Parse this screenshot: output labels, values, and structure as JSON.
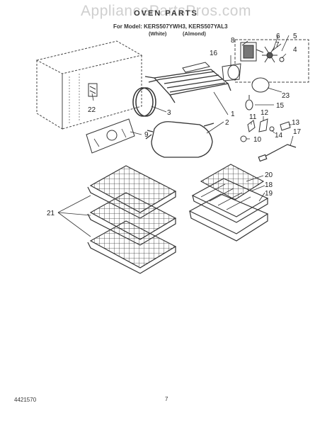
{
  "watermark": "AppliancePartsPros.com",
  "title": "OVEN PARTS",
  "model_line": "For Model: KERS507YWH3, KERS507YAL3",
  "color_white": "(White)",
  "color_almond": "(Almond)",
  "document_number": "4421570",
  "page_number": "7",
  "callouts": [
    "1",
    "2",
    "3",
    "4",
    "5",
    "6",
    "7",
    "8",
    "9",
    "10",
    "11",
    "12",
    "13",
    "14",
    "15",
    "16",
    "17",
    "18",
    "19",
    "20",
    "21",
    "22",
    "23"
  ]
}
